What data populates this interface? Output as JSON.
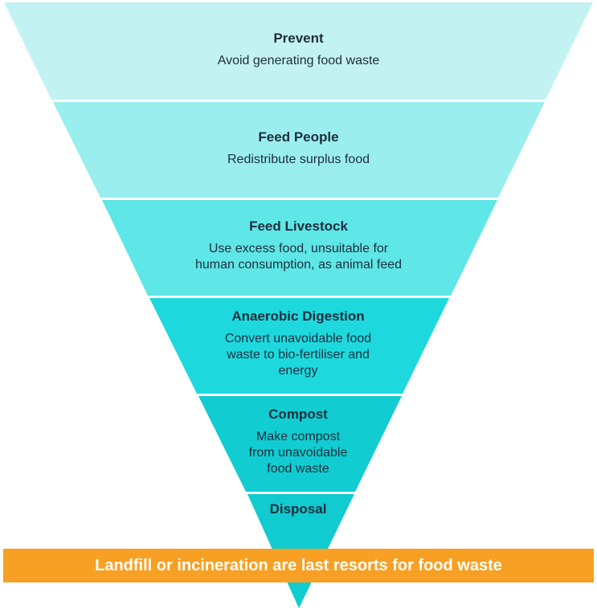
{
  "tiers": [
    {
      "title": "Prevent",
      "description": "Avoid generating food waste",
      "color": "#c3f2f2"
    },
    {
      "title": "Feed People",
      "description": "Redistribute surplus food",
      "color": "#9aeeee"
    },
    {
      "title": "Feed Livestock",
      "description": "Use excess food, unsuitable for\nhuman consumption, as animal feed",
      "color": "#5fe6e6"
    },
    {
      "title": "Anaerobic Digestion",
      "description": "Convert unavoidable food\nwaste to bio-fertiliser and\nenergy",
      "color": "#1dd9dd"
    },
    {
      "title": "Compost",
      "description": "Make compost\nfrom unavoidable\nfood waste",
      "color": "#11ccd0"
    },
    {
      "title": "Disposal",
      "description": "",
      "color": "#10cbcf"
    }
  ],
  "banner": {
    "text": "Landfill or incineration are last resorts for food waste",
    "color": "#f7a023"
  }
}
